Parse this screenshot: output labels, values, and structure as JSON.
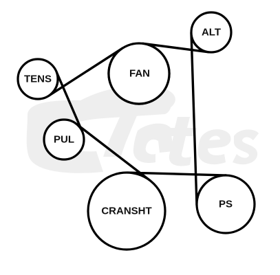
{
  "diagram": {
    "pulleys": [
      {
        "id": "alt",
        "label": "ALT"
      },
      {
        "id": "fan",
        "label": "FAN"
      },
      {
        "id": "tens",
        "label": "TENS"
      },
      {
        "id": "pul",
        "label": "PUL"
      },
      {
        "id": "cransht",
        "label": "CRANSHT"
      },
      {
        "id": "ps",
        "label": "PS"
      }
    ],
    "watermark": {
      "brand": "Gates",
      "color": "#eeeeee"
    },
    "colors": {
      "belt": "#000000",
      "pulley_fill": "#ffffff",
      "label": "#111111"
    }
  }
}
